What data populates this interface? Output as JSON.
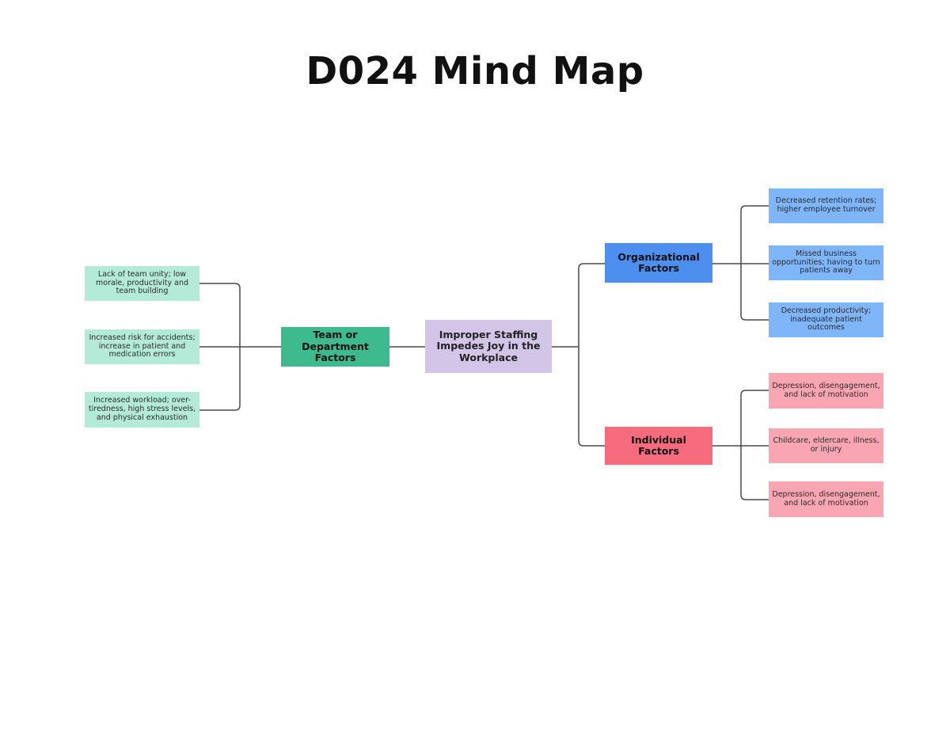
{
  "title": "D024 Mind Map",
  "colors": {
    "center": "#d2c5e8",
    "team": "#3dba8e",
    "team_leaf": "#b3ead8",
    "org": "#4c8fef",
    "org_leaf": "#7fb5f9",
    "individual": "#f76b7f",
    "individual_leaf": "#f9a6b2",
    "connector": "#4a4a4a"
  },
  "center": {
    "label": "Improper Staffing Impedes Joy in the Workplace"
  },
  "team": {
    "label": "Team or Department Factors",
    "children": [
      "Lack of team unity; low morale, productivity and team building",
      "Increased risk for accidents; increase in patient and medication errors",
      "Increased workload; over-tiredness, high stress levels, and physical exhaustion"
    ]
  },
  "organizational": {
    "label": "Organizational Factors",
    "children": [
      "Decreased retention rates; higher employee turnover",
      "Missed business opportunities; having to turn patients away",
      "Decreased productivity; inadequate patient outcomes"
    ]
  },
  "individual": {
    "label": "Individual Factors",
    "children": [
      "Depression, disengagement, and lack of motivation",
      "Childcare, eldercare, illness, or injury",
      "Depression, disengagement, and lack of motivation"
    ]
  }
}
